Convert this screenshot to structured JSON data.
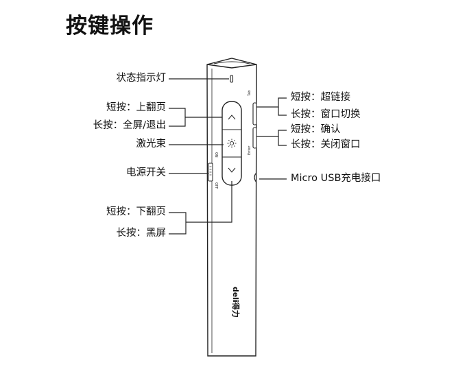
{
  "title": "按键操作",
  "labels": {
    "status_light": "状态指示灯",
    "page_up_short": "短按：上翻页",
    "page_up_long": "长按：全屏/退出",
    "laser": "激光束",
    "power_switch": "电源开关",
    "page_down_short": "短按：下翻页",
    "page_down_long": "长按：黑屏",
    "tab_short": "短按：超链接",
    "tab_long": "长按：窗口切换",
    "enter_short": "短按：确认",
    "enter_long": "长按：关闭窗口",
    "usb_port": "Micro USB充电接口"
  },
  "device": {
    "brand_logo": "deli得力",
    "side_label_tab": "Tab",
    "side_label_enter": "Enter",
    "switch_label_on": "ON",
    "switch_label_off": "OFF"
  }
}
